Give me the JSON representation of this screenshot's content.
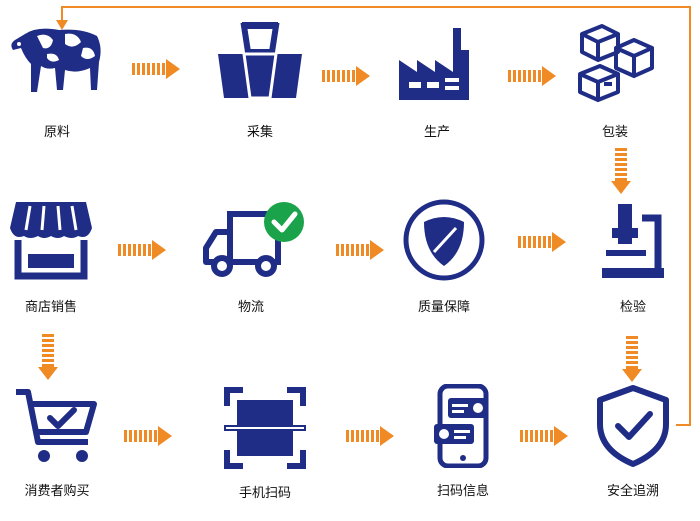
{
  "colors": {
    "navy": "#1f2d86",
    "orange": "#f08a24",
    "green": "#1aa34a"
  },
  "steps": [
    {
      "label": "原料"
    },
    {
      "label": "采集"
    },
    {
      "label": "生产"
    },
    {
      "label": "包装"
    },
    {
      "label": "检验"
    },
    {
      "label": "质量保障"
    },
    {
      "label": "物流"
    },
    {
      "label": "商店销售"
    },
    {
      "label": "消费者购买"
    },
    {
      "label": "手机扫码"
    },
    {
      "label": "扫码信息"
    },
    {
      "label": "安全追溯"
    }
  ],
  "icons": [
    "cow-icon",
    "buckets-icon",
    "factory-icon",
    "boxes-icon",
    "microscope-icon",
    "shield-badge-icon",
    "truck-check-icon",
    "store-icon",
    "cart-icon",
    "barcode-scan-icon",
    "phone-info-icon",
    "shield-check-icon"
  ]
}
